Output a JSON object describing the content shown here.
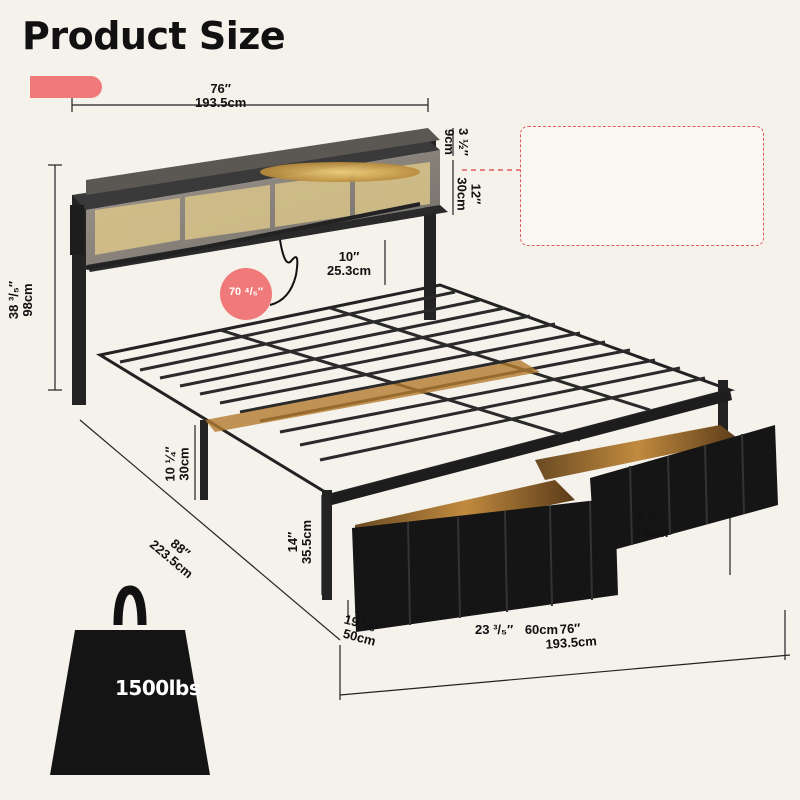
{
  "title": "Product Size",
  "dimensions": {
    "headboard_width_in": "76″",
    "headboard_width_cm": "193.5cm",
    "shelf_depth_in": "3 ½″",
    "shelf_depth_cm": "9cm",
    "shelf_height_in": "12″",
    "shelf_height_cm": "30cm",
    "cable_length_in": "70 ⁴/₅″",
    "headboard_height_in": "38 ³/₅″",
    "headboard_height_cm": "98cm",
    "shelf_gap_in": "10″",
    "shelf_gap_cm": "25.3cm",
    "clearance_in": "10 ¼″",
    "clearance_cm": "30cm",
    "bed_length_in": "88″",
    "bed_length_cm": "223.5cm",
    "footboard_height_in": "14″",
    "footboard_height_cm": "35.5cm",
    "drawer_height_in": "5 ½″",
    "drawer_height_cm": "14cm",
    "drawer_depth_in": "19 ³/₅″",
    "drawer_depth_cm": "50cm",
    "drawer_width_in": "23 ³/₅″",
    "drawer_width_cm": "60cm",
    "bed_width_in": "76″",
    "bed_width_cm": "193.5cm"
  },
  "weight_capacity": "1500lbs",
  "icons": [
    "usb-a-port-icon",
    "usb-c-port-icon",
    "ac-outlet-icon",
    "weight-icon"
  ],
  "colors": {
    "accent": "#f07a7a",
    "frame": "#222222",
    "wood": "#8a8580",
    "led": "#e8b24a"
  }
}
